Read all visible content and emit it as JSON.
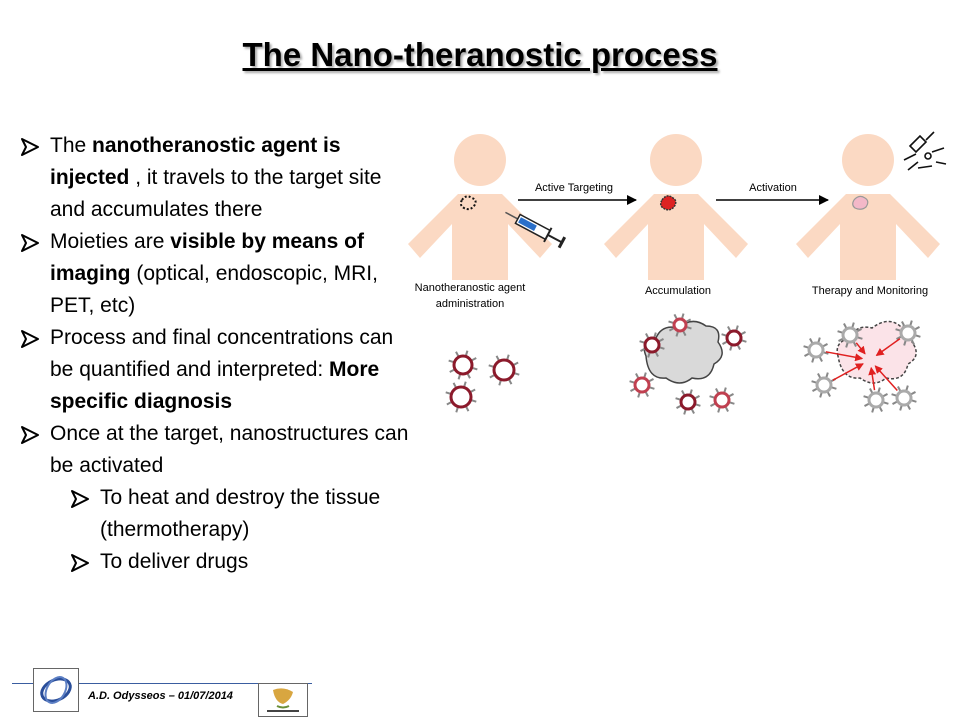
{
  "slide": {
    "title": "The Nano-theranostic process"
  },
  "bullets": [
    {
      "level": 1,
      "segments": [
        {
          "text": "The ",
          "bold": false
        },
        {
          "text": "nanotheranostic agent is injected",
          "bold": true
        },
        {
          "text": " , it travels to the target site and accumulates there",
          "bold": false
        }
      ]
    },
    {
      "level": 1,
      "segments": [
        {
          "text": "Moieties are ",
          "bold": false
        },
        {
          "text": "visible by means of imaging",
          "bold": true
        },
        {
          "text": " (optical, endoscopic, MRI, PET, etc)",
          "bold": false
        }
      ]
    },
    {
      "level": 1,
      "segments": [
        {
          "text": " Process and final concentrations can be quantified and interpreted: ",
          "bold": false
        },
        {
          "text": "More specific diagnosis",
          "bold": true
        }
      ]
    },
    {
      "level": 1,
      "segments": [
        {
          "text": "Once at the target, nanostructures can be activated",
          "bold": false
        }
      ]
    },
    {
      "level": 2,
      "segments": [
        {
          "text": "To heat and destroy the tissue (thermotherapy)",
          "bold": false
        }
      ]
    },
    {
      "level": 2,
      "segments": [
        {
          "text": " To deliver drugs",
          "bold": false
        }
      ]
    }
  ],
  "diagram": {
    "arrow_labels": [
      "Active Targeting",
      "Activation"
    ],
    "stage_labels": [
      [
        "Nanotheranostic agent",
        "administration"
      ],
      [
        "Accumulation"
      ],
      [
        "Therapy and Monitoring"
      ]
    ],
    "colors": {
      "body": "#fbd9c3",
      "np_ring": "#8b1a2b",
      "np_spike": "#888888",
      "arrow": "#000000",
      "red_arrow": "#e02020",
      "tissue_target": "#d9d9d9",
      "tissue_therapy": "#fbe3e8"
    }
  },
  "footer": {
    "text": "A.D. Odysseos – 01/07/2014"
  }
}
